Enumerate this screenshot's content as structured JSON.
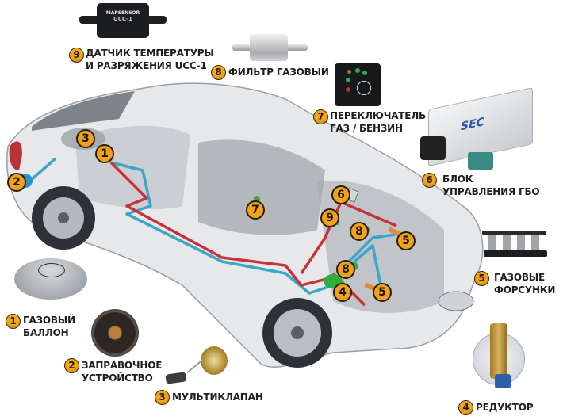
{
  "title": "Схема установки ГБО в автомобиле",
  "colors": {
    "badge": "#f2a71b",
    "gas_line": "#3aa6c8",
    "electric_line": "#c8323a",
    "component_green": "#2fae3e"
  },
  "components": [
    {
      "number": "1",
      "lines": [
        "ГАЗОВЫЙ",
        "БАЛЛОН"
      ]
    },
    {
      "number": "2",
      "lines": [
        "ЗАПРАВОЧНОЕ",
        "УСТРОЙСТВО"
      ]
    },
    {
      "number": "3",
      "lines": [
        "МУЛЬТИКЛАПАН"
      ]
    },
    {
      "number": "4",
      "lines": [
        "РЕДУКТОР"
      ]
    },
    {
      "number": "5",
      "lines": [
        "ГАЗОВЫЕ",
        "ФОРСУНКИ"
      ]
    },
    {
      "number": "6",
      "lines": [
        "БЛОК",
        "УПРАВЛЕНИЯ ГБО"
      ]
    },
    {
      "number": "7",
      "lines": [
        "ПЕРЕКЛЮЧАТЕЛЬ",
        "ГАЗ / БЕНЗИН"
      ]
    },
    {
      "number": "8",
      "lines": [
        "ФИЛЬТР ГАЗОВЫЙ"
      ]
    },
    {
      "number": "9",
      "lines": [
        "ДАТЧИК ТЕМПЕРАТУРЫ",
        "И РАЗРЯЖЕНИЯ UCC-1"
      ]
    }
  ],
  "car_markers": [
    "3",
    "1",
    "2",
    "7",
    "6",
    "9",
    "8",
    "5",
    "8",
    "4",
    "5"
  ],
  "product_text": {
    "map_sensor_brand": "MAPSENSOR",
    "map_sensor_model": "UCC-1",
    "ecu_brand": "SEC"
  }
}
